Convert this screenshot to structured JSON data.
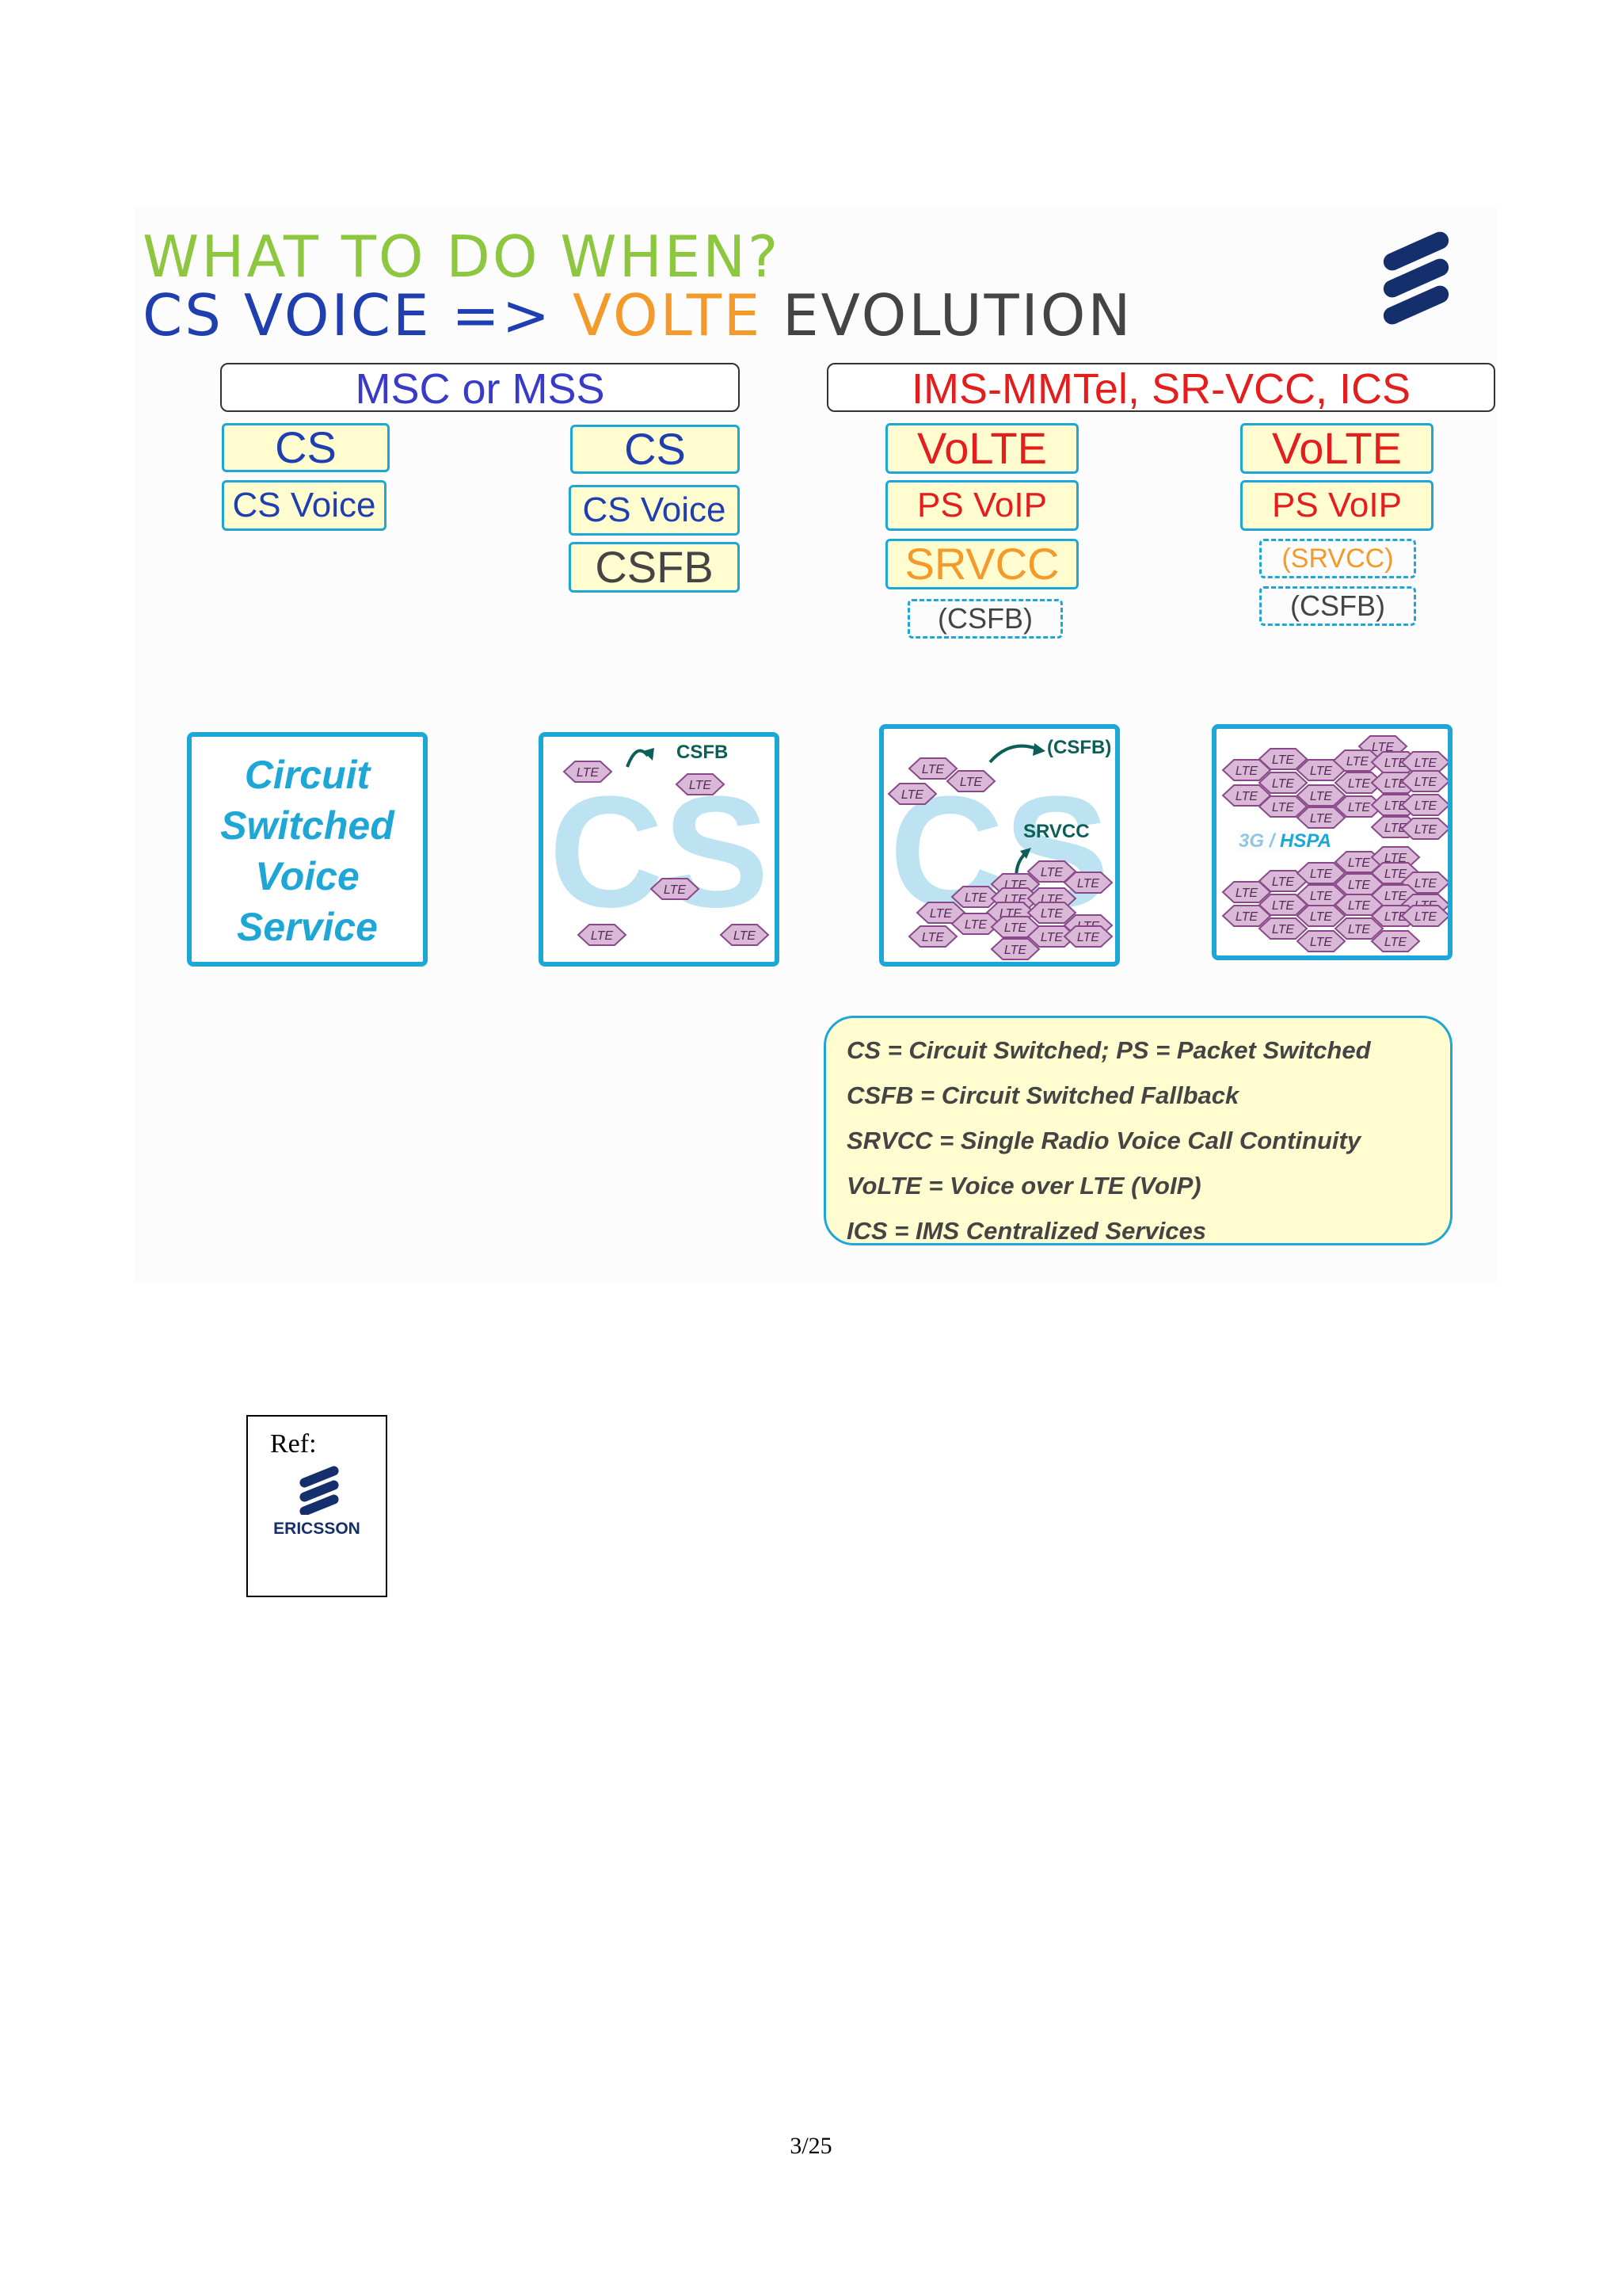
{
  "title": {
    "line1": "WHAT TO DO WHEN?",
    "line2_part1": "CS VOICE ",
    "line2_arrow": "=>",
    "line2_part2": " VOLTE",
    "line2_part3": " EVOLUTION"
  },
  "columns": {
    "left_header": "MSC or MSS",
    "right_header": "IMS-MMTel, SR-VCC, ICS",
    "col1": {
      "domain": "CS",
      "service": "CS Voice"
    },
    "col2": {
      "domain": "CS",
      "service": "CS Voice",
      "fallback": "CSFB"
    },
    "col3": {
      "domain": "VoLTE",
      "service": "PS VoIP",
      "continuity": "SRVCC",
      "fallback": "(CSFB)"
    },
    "col4": {
      "domain": "VoLTE",
      "service": "PS VoIP",
      "continuity": "(SRVCC)",
      "fallback": "(CSFB)"
    }
  },
  "panels": {
    "p1": {
      "lines": [
        "Circuit",
        "Switched",
        "Voice",
        "Service"
      ]
    },
    "p2": {
      "bg": "CS",
      "arrow_label": "CSFB",
      "cell": "LTE"
    },
    "p3": {
      "bg": "CS",
      "arrow_label": "(CSFB)",
      "srvcc_label": "SRVCC",
      "cell": "LTE"
    },
    "p4": {
      "tech_3g": "3G / ",
      "tech_hspa": "HSPA",
      "cell": "LTE"
    }
  },
  "legend": [
    "CS = Circuit Switched; PS = Packet Switched",
    "CSFB = Circuit Switched Fallback",
    "SRVCC = Single Radio Voice Call Continuity",
    "VoLTE = Voice over LTE (VoIP)",
    "ICS = IMS Centralized Services"
  ],
  "ref": {
    "label": "Ref:",
    "logo_text": "ERICSSON"
  },
  "page_number": "3/25",
  "colors": {
    "accent": "#1ea7d6",
    "box_fill": "#fffdd0",
    "cell_fill": "#d9b8d8",
    "cell_stroke": "#8a4a8a",
    "title_green": "#8dc63f",
    "volte_red": "#e41d1d",
    "srvcc_orange": "#f39a2b"
  }
}
